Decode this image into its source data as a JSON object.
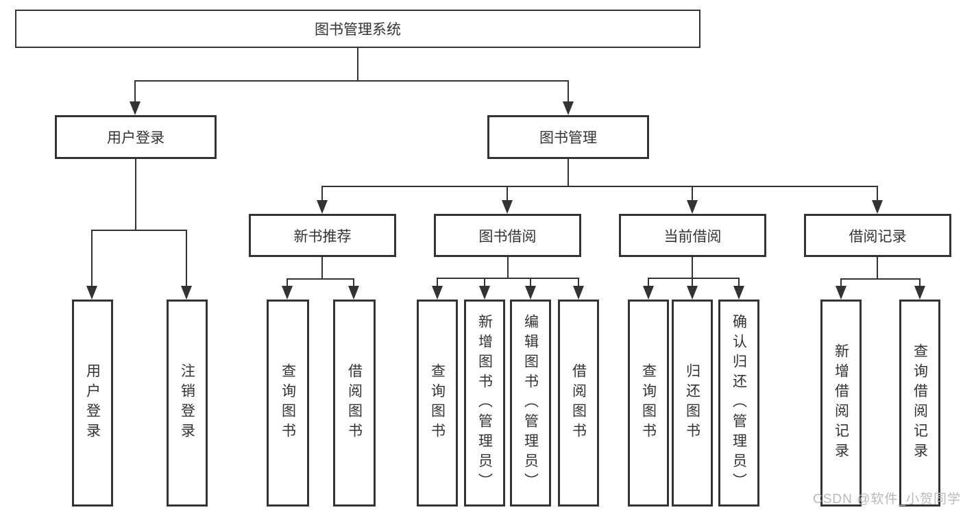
{
  "tree": {
    "root": {
      "label": "图书管理系统"
    },
    "children": [
      {
        "label": "用户登录",
        "children": [
          {
            "label": "用户登录"
          },
          {
            "label": "注销登录"
          }
        ]
      },
      {
        "label": "图书管理",
        "children": [
          {
            "label": "新书推荐",
            "children": [
              {
                "label": "查询图书"
              },
              {
                "label": "借阅图书"
              }
            ]
          },
          {
            "label": "图书借阅",
            "children": [
              {
                "label": "查询图书"
              },
              {
                "label": "新增图书（管理员）"
              },
              {
                "label": "编辑图书（管理员）"
              },
              {
                "label": "借阅图书"
              }
            ]
          },
          {
            "label": "当前借阅",
            "children": [
              {
                "label": "查询图书"
              },
              {
                "label": "归还图书"
              },
              {
                "label": "确认归还（管理员）"
              }
            ]
          },
          {
            "label": "借阅记录",
            "children": [
              {
                "label": "新增借阅记录"
              },
              {
                "label": "查询借阅记录"
              }
            ]
          }
        ]
      }
    ]
  },
  "watermark": {
    "text": "CSDN @软件_小贺同学"
  },
  "colors": {
    "line": "#333333",
    "text": "#333333",
    "box_background": "#ffffff",
    "watermark": "#b9b9b9"
  }
}
